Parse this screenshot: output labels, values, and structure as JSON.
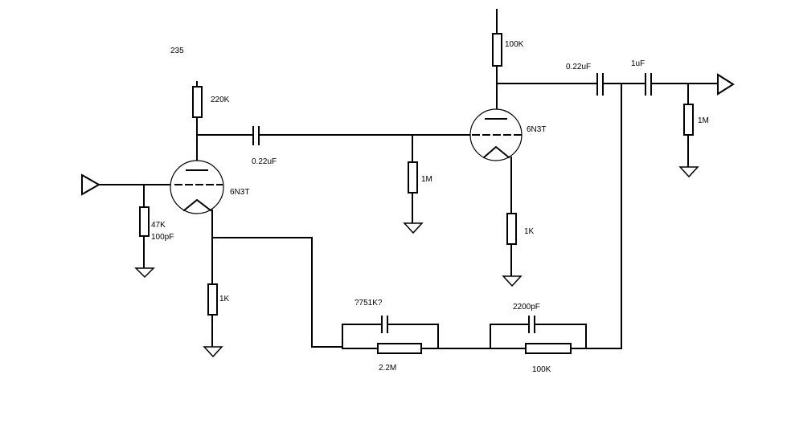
{
  "diagram": {
    "labels": {
      "top_note": "235",
      "r_220k": "220K",
      "r_47k": "47K",
      "c_100pf": "100pF",
      "c_022_input": "0.22uF",
      "tube1": "6N3T",
      "r_1k_left": "1K",
      "r_1m_grid": "1M",
      "r_100k_plate": "100K",
      "tube2": "6N3T",
      "r_1k_right": "1K",
      "c_022_output": "0.22uF",
      "c_1uf": "1uF",
      "r_1m_output": "1M",
      "fb_cap_1": "?751K?",
      "fb_res_1": "2.2M",
      "fb_cap_2": "2200pF",
      "fb_res_2": "100K"
    },
    "colors": {
      "line": "#000000",
      "background": "#ffffff"
    }
  }
}
